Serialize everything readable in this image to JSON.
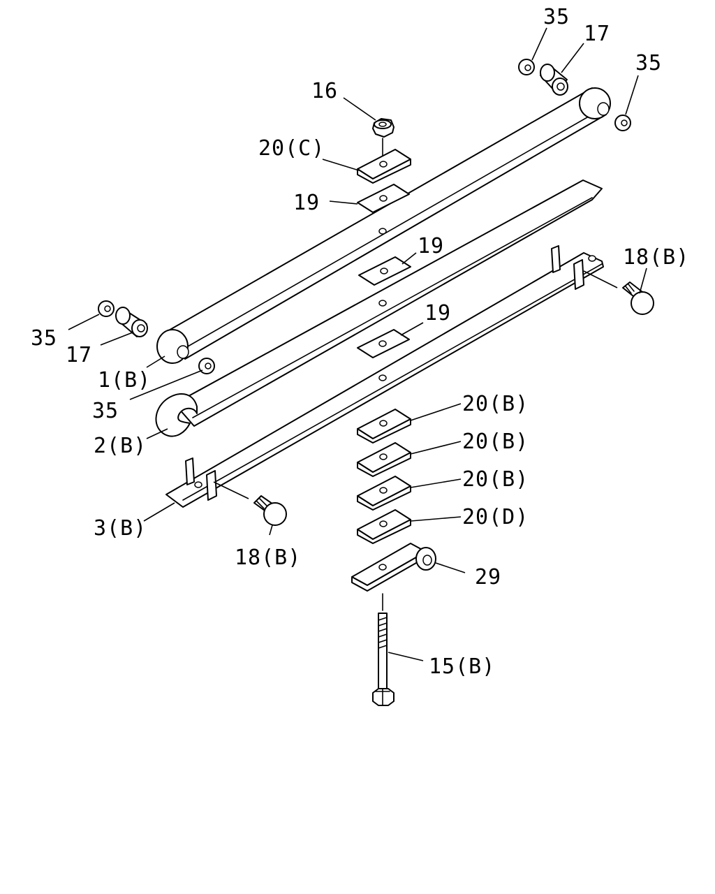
{
  "diagram": {
    "colors": {
      "line": "#000000",
      "background": "#ffffff"
    },
    "callouts": [
      {
        "id": "c35a",
        "text": "35"
      },
      {
        "id": "c17a",
        "text": "17"
      },
      {
        "id": "c35b",
        "text": "35"
      },
      {
        "id": "c16",
        "text": "16"
      },
      {
        "id": "c20c",
        "text": "20(C)"
      },
      {
        "id": "c19a",
        "text": "19"
      },
      {
        "id": "c19b",
        "text": "19"
      },
      {
        "id": "c18a",
        "text": "18(B)"
      },
      {
        "id": "c19c",
        "text": "19"
      },
      {
        "id": "c35c",
        "text": "35"
      },
      {
        "id": "c17b",
        "text": "17"
      },
      {
        "id": "c1b",
        "text": "1(B)"
      },
      {
        "id": "c35d",
        "text": "35"
      },
      {
        "id": "c20b1",
        "text": "20(B)"
      },
      {
        "id": "c20b2",
        "text": "20(B)"
      },
      {
        "id": "c2b",
        "text": "2(B)"
      },
      {
        "id": "c20b3",
        "text": "20(B)"
      },
      {
        "id": "c20d",
        "text": "20(D)"
      },
      {
        "id": "c3b",
        "text": "3(B)"
      },
      {
        "id": "c18b",
        "text": "18(B)"
      },
      {
        "id": "c29",
        "text": "29"
      },
      {
        "id": "c15b",
        "text": "15(B)"
      }
    ]
  }
}
